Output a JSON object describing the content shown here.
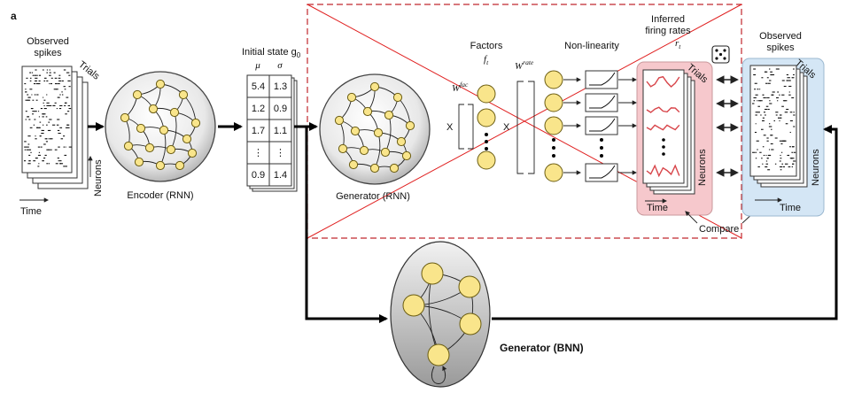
{
  "panel_label": "a",
  "observed_spikes_left": {
    "line1": "Observed",
    "line2": "spikes",
    "trials": "Trials",
    "neurons": "Neurons",
    "time": "Time"
  },
  "encoder": {
    "label": "Encoder (RNN)"
  },
  "initial_state": {
    "title": "Initial state g",
    "subscript": "0",
    "mu": "μ",
    "sigma": "σ",
    "rows": [
      [
        "5.4",
        "1.3"
      ],
      [
        "1.2",
        "0.9"
      ],
      [
        "1.7",
        "1.1"
      ],
      [
        "⋮",
        "⋮"
      ],
      [
        "0.9",
        "1.4"
      ]
    ]
  },
  "generator_rnn": {
    "label": "Generator (RNN)"
  },
  "factors": {
    "line1": "Factors",
    "symbol": "f",
    "sub": "t",
    "wfac": "W",
    "wfac_sup": "fac",
    "times": "X"
  },
  "wrate": {
    "symbol": "W",
    "sup": "rate",
    "times": "X"
  },
  "nonlinearity": {
    "label": "Non-linearity"
  },
  "inferred": {
    "line1": "Inferred",
    "line2": "firing rates",
    "symbol": "r",
    "sub": "t",
    "trials": "Trials",
    "neurons": "Neurons",
    "time": "Time",
    "fill": "#f6c8cc"
  },
  "observed_spikes_right": {
    "line1": "Observed",
    "line2": "spikes",
    "trials": "Trials",
    "neurons": "Neurons",
    "time": "Time",
    "fill": "#d4e6f5"
  },
  "compare": {
    "label": "Compare"
  },
  "generator_bnn": {
    "label": "Generator (BNN)"
  },
  "colors": {
    "neuron": "#f9e58b",
    "dashed_box": "#c0272d",
    "cross": "#e02020",
    "rate_curve": "#d8454a"
  }
}
